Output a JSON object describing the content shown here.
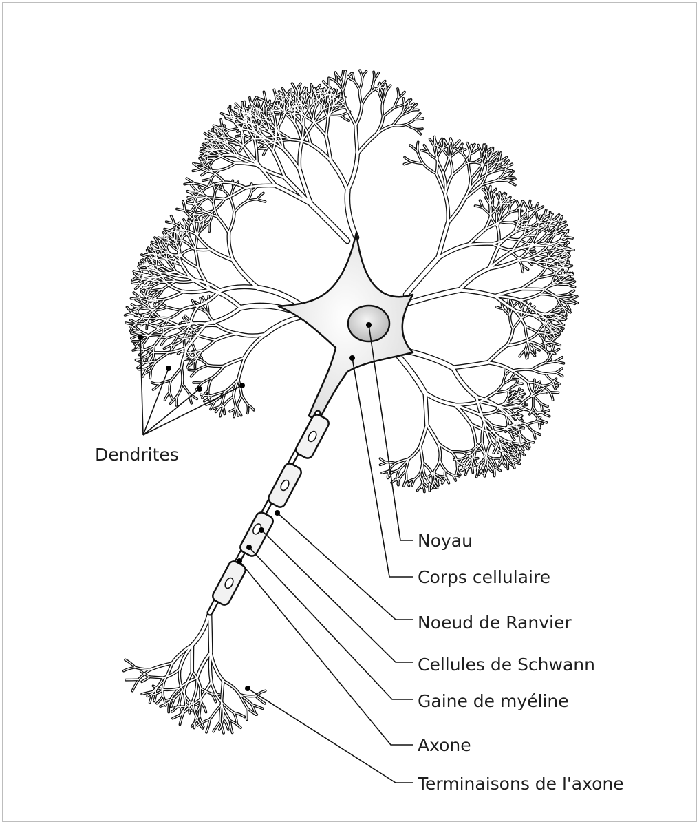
{
  "labels": {
    "dendrites": "Dendrites",
    "noyau": "Noyau",
    "corps_cellulaire": "Corps cellulaire",
    "noeud_de_ranvier": "Noeud de Ranvier",
    "cellules_de_schwann": "Cellules de Schwann",
    "gaine_de_myeline": "Gaine de myéline",
    "axone": "Axone",
    "terminaisons_de_laxone": "Terminaisons de l'axone"
  },
  "colors": {
    "stroke": "#111111",
    "background": "#ffffff",
    "frame": "#bdbdbd",
    "soma_fill": "#e6e6e6",
    "nucleus_fill": "#c8c8c8"
  }
}
